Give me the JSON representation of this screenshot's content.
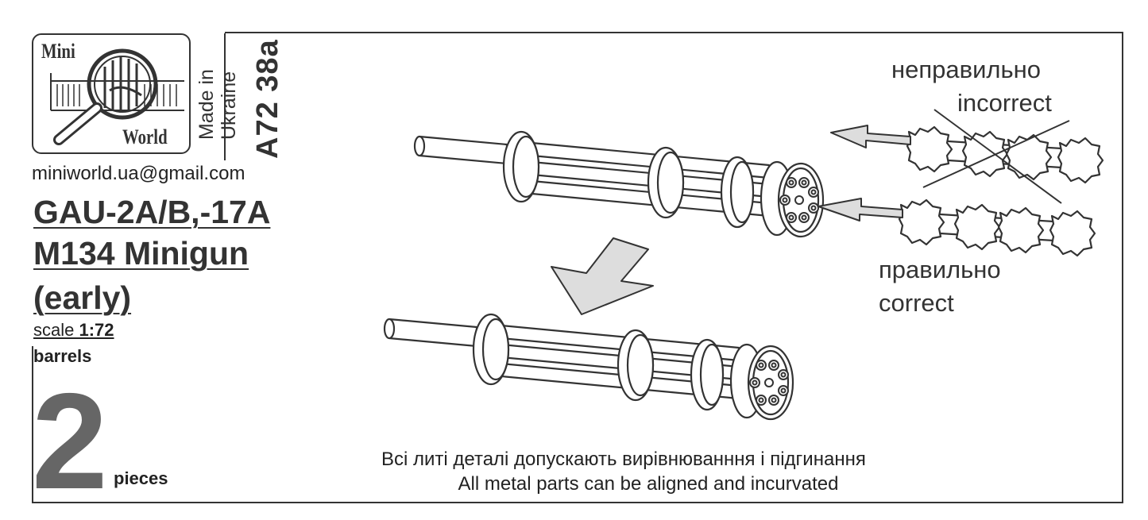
{
  "brand": {
    "logo_top": "Mini",
    "logo_bottom": "World",
    "made_in_1": "Made in",
    "made_in_2": "Ukraine",
    "sku": "A72 38a",
    "email": "miniworld.ua@gmail.com"
  },
  "product": {
    "title_1": "GAU-2A/B,-17A",
    "title_2": "M134 Minigun",
    "title_3": "(early)",
    "scale_prefix": "scale ",
    "scale_value": "1:72",
    "part": "barrels",
    "count": "2",
    "count_unit": "pieces"
  },
  "instructions": {
    "incorrect_ua": "неправильно",
    "incorrect_en": "incorrect",
    "correct_ua": "правильно",
    "correct_en": "correct",
    "note_ua": "Всі литі деталі допускають вирівнюванння і підгинання",
    "note_en": "All metal parts can be aligned and incurvated"
  },
  "colors": {
    "ink": "#333333",
    "arrow_fill": "#dddddd",
    "digit": "#666666"
  }
}
